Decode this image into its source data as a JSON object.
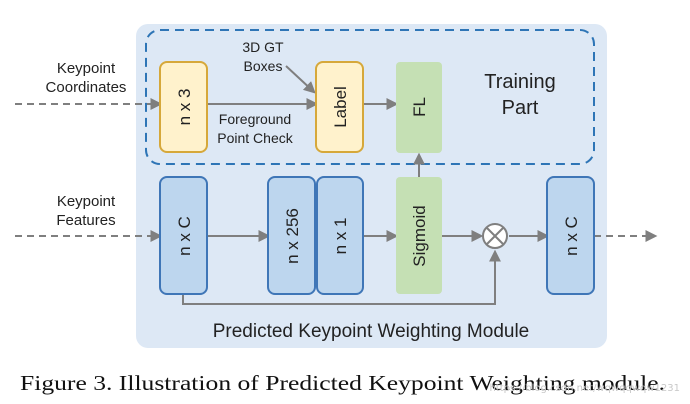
{
  "inputs": {
    "keypoint_coordinates": "Keypoint\nCoordinates",
    "keypoint_features": "Keypoint\nFeatures"
  },
  "annotations": {
    "gt_boxes": "3D GT\nBoxes",
    "foreground_check": "Foreground\nPoint Check"
  },
  "training_part_label": "Training\nPart",
  "module_label": "Predicted Keypoint Weighting Module",
  "boxes": {
    "coords": "n x 3",
    "label": "Label",
    "fl": "FL",
    "features": "n x C",
    "fc256": "n x 256",
    "fc1": "n x 1",
    "sigmoid": "Sigmoid",
    "output": "n x C"
  },
  "caption": "Figure 3. Illustration of Predicted Keypoint Weighting module.",
  "watermark": "https://blog.csdn.net/wqwqqwqw1231",
  "colors": {
    "module_bg": "#dde8f5",
    "blue_fill": "#bdd6ee",
    "blue_stroke": "#3f76b7",
    "yellow_fill": "#fff2cc",
    "yellow_stroke": "#d6a83a",
    "green_fill": "#c5e0b4",
    "arrow": "#7f7f7f",
    "dashed_border": "#2e75b6"
  }
}
